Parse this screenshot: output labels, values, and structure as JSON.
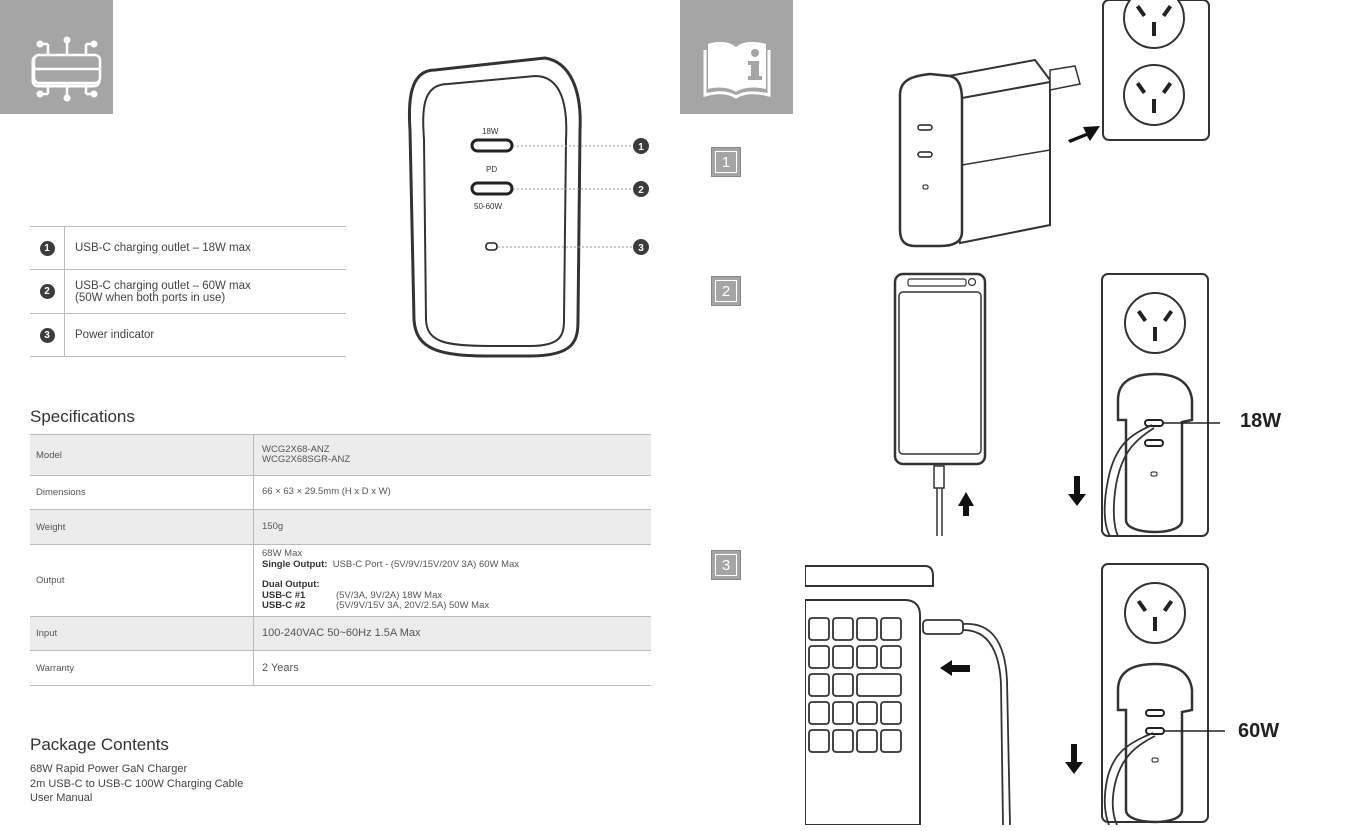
{
  "ports": [
    {
      "num": "1",
      "text": "USB-C charging outlet – 18W max",
      "text2": ""
    },
    {
      "num": "2",
      "text": "USB-C charging outlet – 60W max",
      "text2": "(50W when both ports in use)"
    },
    {
      "num": "3",
      "text": "Power indicator",
      "text2": ""
    }
  ],
  "charger": {
    "top_label": "18W",
    "middle_label": "PD",
    "bottom_label": "50-60W",
    "callouts": [
      "1",
      "2",
      "3"
    ]
  },
  "specifications": {
    "heading": "Specifications",
    "model": {
      "label": "Model",
      "value1": "WCG2X68-ANZ",
      "value2": "WCG2X68SGR-ANZ"
    },
    "dimensions": {
      "label": "Dimensions",
      "value": "66 × 63 × 29.5mm (H x D x W)"
    },
    "weight": {
      "label": "Weight",
      "value": "150g"
    },
    "output": {
      "label": "Output",
      "max": "68W Max",
      "single_label": "Single Output:",
      "single_value": "USB-C Port - (5V/9V/15V/20V 3A) 60W Max",
      "dual_label": "Dual Output:",
      "port1_label": "USB-C #1",
      "port1_value": "(5V/3A, 9V/2A) 18W Max",
      "port2_label": "USB-C #2",
      "port2_value": "(5V/9V/15V 3A, 20V/2.5A) 50W Max"
    },
    "input": {
      "label": "Input",
      "value": "100-240VAC 50~60Hz 1.5A Max"
    },
    "warranty": {
      "label": "Warranty",
      "value": "2 Years"
    }
  },
  "package": {
    "heading": "Package Contents",
    "items": [
      "68W Rapid Power GaN Charger",
      "2m USB-C to USB-C 100W Charging Cable",
      "User Manual"
    ]
  },
  "steps": [
    "1",
    "2",
    "3"
  ],
  "watts": {
    "step2": "18W",
    "step3": "60W"
  },
  "icons": {
    "left_tile": "circuit-chip-icon",
    "right_tile": "manual-book-info-icon"
  },
  "colors": {
    "tile": "#a5a5a5",
    "line": "#bbbbbb",
    "ink": "#333333"
  }
}
